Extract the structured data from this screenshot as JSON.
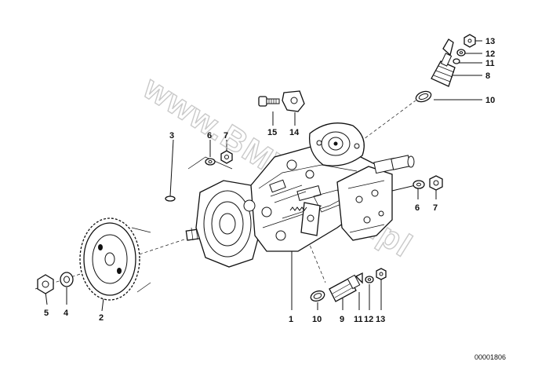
{
  "watermark": "www.BMWfotos.pl",
  "reference_number": "00001806",
  "callouts": {
    "c1": "1",
    "c2": "2",
    "c3": "3",
    "c4": "4",
    "c5": "5",
    "c6a": "6",
    "c6b": "6",
    "c7a": "7",
    "c7b": "7",
    "c8": "8",
    "c9": "9",
    "c10a": "10",
    "c10b": "10",
    "c11a": "11",
    "c11b": "11",
    "c12a": "12",
    "c12b": "12",
    "c13a": "13",
    "c13b": "13",
    "c14": "14",
    "c15": "15"
  }
}
